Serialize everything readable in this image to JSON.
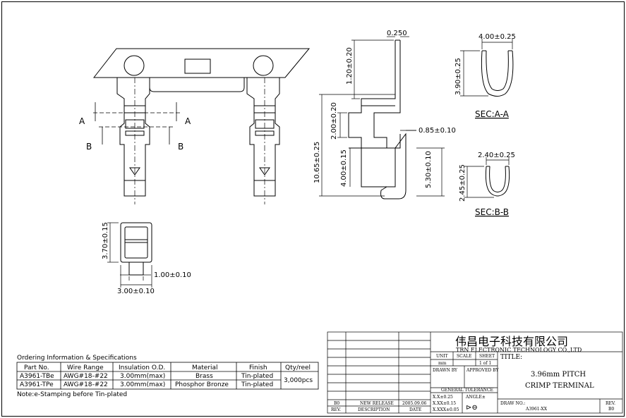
{
  "dims": {
    "tab_thickness": "0.250",
    "top_height": "1.20±0.20",
    "width_a": "4.00±0.25",
    "height_a": "3.90±0.25",
    "sec_a": "SEC:A-A",
    "insul_height": "2.00±0.20",
    "insul_offset": "0.85±0.10",
    "total_length": "10.65±0.25",
    "body_length": "4.00±0.15",
    "contact_length": "5.30±0.10",
    "width_b": "2.40±0.25",
    "height_b": "2.45±0.25",
    "sec_b": "SEC:B-B",
    "front_height": "3.70±0.15",
    "front_tab_width": "1.00±0.10",
    "front_width": "3.00±0.10"
  },
  "labels": {
    "a": "A",
    "b": "B"
  },
  "ordering": {
    "title": "Ordering Information & Specifications",
    "headers": [
      "Part No.",
      "Wire Range",
      "Insulation O.D.",
      "Material",
      "Finish",
      "Qty/reel"
    ],
    "rows": [
      [
        "A3961-TBe",
        "AWG#18-#22",
        "3.00mm(max)",
        "Brass",
        "Tin-plated"
      ],
      [
        "A3961-TPe",
        "AWG#18-#22",
        "3.00mm(max)",
        "Phosphor Bronze",
        "Tin-plated"
      ]
    ],
    "qty": "3,000pcs",
    "note": "Note:e-Stamping before Tin-plated"
  },
  "title_block": {
    "company_cn": "伟昌电子科技有限公司",
    "company_en": "TRN ELECTRONIC TECHNOLOGY CO.,LTD",
    "unit_label": "UNIT",
    "unit_value": "mm",
    "scale_label": "SCALE",
    "sheet_label": "SHEET",
    "sheet_value": "1 of 1",
    "title_label": "TITLE:",
    "title_line1": "3.96mm PITCH",
    "title_line2": "CRIMP TERMINAL",
    "drawn_by": "DRAWN BY",
    "approved_by": "APPROVED BY",
    "general_tolerance": "GENERAL TOLERANCE",
    "tol1": "X.X±0.25",
    "tol2": "X.XX±0.15",
    "tol3": "X.XXX±0.05",
    "angle": "ANGLE±",
    "rev_code": "B0",
    "rev_desc": "NEW RELEASE",
    "rev_date": "2005.09.06",
    "rev_label": "REV.",
    "desc_label": "DESCRIPTION",
    "date_label": "DATE",
    "draw_no_label": "DRAW NO.:",
    "draw_no": "A3961-XX",
    "rev_label2": "REV.",
    "rev_value": "B0"
  }
}
